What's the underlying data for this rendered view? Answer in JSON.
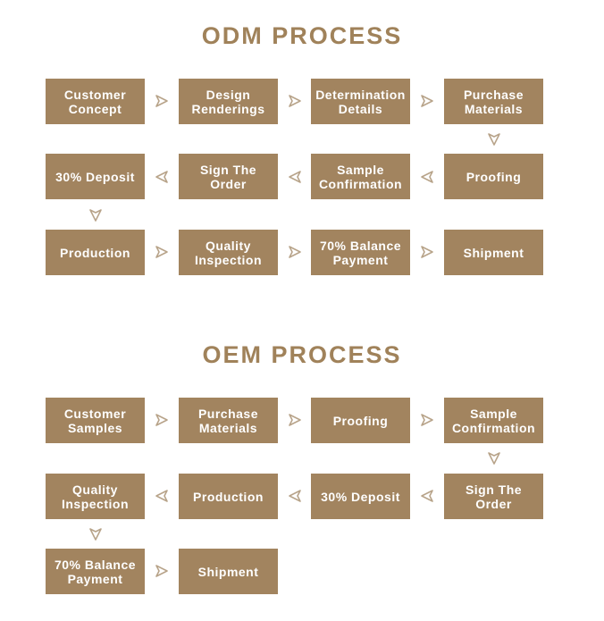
{
  "odm": {
    "title": "ODM PROCESS",
    "steps": [
      "Customer Concept",
      "Design Renderings",
      "Determination Details",
      "Purchase Materials",
      "Proofing",
      "Sample Confirmation",
      "Sign The Order",
      "30% Deposit",
      "Production",
      "Quality Inspection",
      "70% Balance Payment",
      "Shipment"
    ]
  },
  "oem": {
    "title": "OEM PROCESS",
    "steps": [
      "Customer Samples",
      "Purchase Materials",
      "Proofing",
      "Sample Confirmation",
      "Sign The Order",
      "30% Deposit",
      "Production",
      "Quality Inspection",
      "70% Balance Payment",
      "Shipment"
    ]
  },
  "colors": {
    "box_fill": "#a2845f",
    "title": "#a0825a",
    "arrow": "#b8a48a"
  },
  "icons": {
    "arrow_right": "chevron-right-icon",
    "arrow_left": "chevron-left-icon",
    "arrow_down": "chevron-down-icon"
  }
}
